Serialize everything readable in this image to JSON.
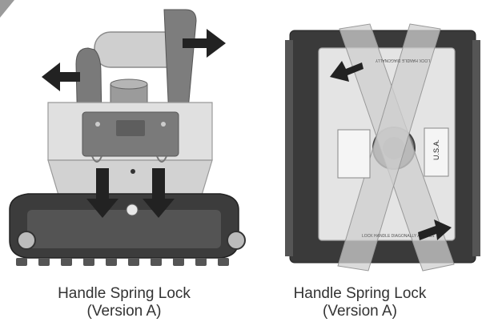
{
  "figures": [
    {
      "caption_line1": "Handle Spring Lock",
      "caption_line2": "(Version A)",
      "view": "side"
    },
    {
      "caption_line1": "Handle Spring Lock",
      "caption_line2": "(Version A)",
      "view": "top"
    }
  ],
  "label_texts": {
    "us": "U.S.A.",
    "top_strip": "LOCK HANDLE DIAGONALLY",
    "bottom_strip": "LOCK HANDLE DIAGONALLY ACROSS"
  },
  "colors": {
    "arrow": "#222222",
    "body": "#d8d8d8",
    "track": "#3a3a3a",
    "caption": "#333333"
  }
}
